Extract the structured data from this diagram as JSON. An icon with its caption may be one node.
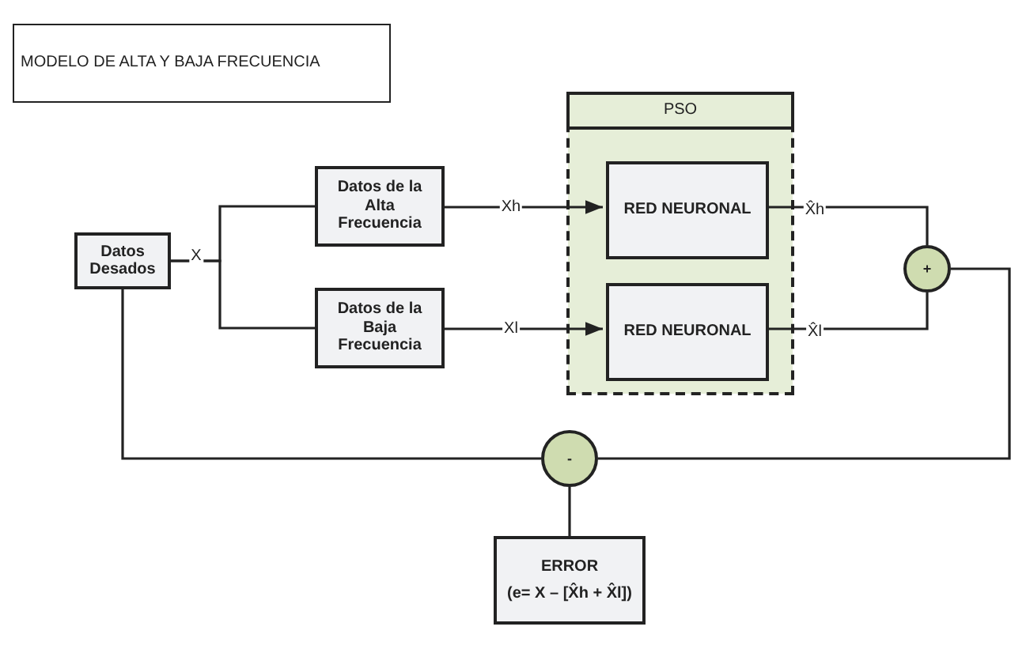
{
  "diagram": {
    "nodes": [
      {
        "text": [
          "MODELO DE ALTA Y BAJA FRECUENCIA"
        ]
      },
      {
        "text": [
          "PSO"
        ]
      },
      {
        "text": [
          "Datos Desados"
        ]
      },
      {
        "text": [
          "Datos de la Alta Frecuencia"
        ]
      },
      {
        "text": [
          "Datos de la Baja Frecuencia"
        ]
      },
      {
        "text": [
          "RED NEURONAL"
        ],
        "in": 1
      },
      {
        "text": [
          "RED NEURONAL"
        ],
        "in": 1
      },
      {
        "text": [
          "+"
        ]
      },
      {
        "text": [
          "-"
        ]
      },
      {
        "text": [
          "ERROR",
          "(e= X – [X̂h + X̂l])"
        ]
      }
    ],
    "edges": [
      {
        "from": 2,
        "to": 3,
        "arrow": "none",
        "label": "X"
      },
      {
        "from": 2,
        "to": 4,
        "arrow": "none"
      },
      {
        "from": 3,
        "to": 5,
        "arrow": "to",
        "label": "Xh"
      },
      {
        "from": 4,
        "to": 6,
        "arrow": "to",
        "label": "Xl"
      },
      {
        "from": 5,
        "to": 7,
        "arrow": "none",
        "label": "X̂h"
      },
      {
        "from": 6,
        "to": 7,
        "arrow": "none",
        "label": "X̂l"
      },
      {
        "from": 7,
        "to": 8,
        "arrow": "none"
      },
      {
        "from": 2,
        "to": 8,
        "arrow": "none"
      },
      {
        "from": 8,
        "to": 9,
        "arrow": "none"
      }
    ]
  }
}
